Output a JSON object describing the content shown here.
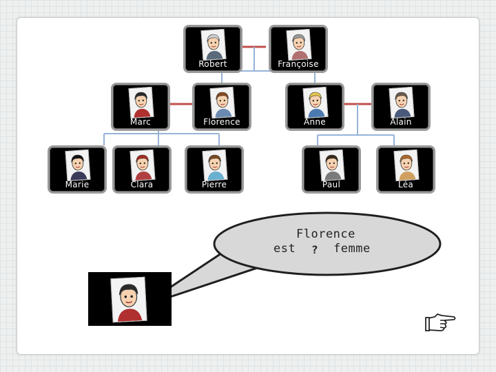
{
  "tree": {
    "row1": [
      {
        "key": "robert",
        "name": "Robert",
        "hair": "#cfcfcf",
        "shirt": "#5a6a7a"
      },
      {
        "key": "francoise",
        "name": "Françoise",
        "hair": "#9c9c9c",
        "shirt": "#b07070"
      }
    ],
    "row2": [
      {
        "key": "marc",
        "name": "Marc",
        "hair": "#2a2a2a",
        "shirt": "#b03030"
      },
      {
        "key": "florence",
        "name": "Florence",
        "hair": "#8a4a20",
        "shirt": "#6a8ab0"
      },
      {
        "key": "anne",
        "name": "Anne",
        "hair": "#e8c84a",
        "shirt": "#4a7ab0"
      },
      {
        "key": "alain",
        "name": "Alain",
        "hair": "#6a5a4a",
        "shirt": "#4a5a7a"
      }
    ],
    "row3": [
      {
        "key": "marie",
        "name": "Marie",
        "hair": "#111111",
        "shirt": "#3a3a5a"
      },
      {
        "key": "clara",
        "name": "Clara",
        "hair": "#a82a20",
        "shirt": "#b04040"
      },
      {
        "key": "pierre",
        "name": "Pierre",
        "hair": "#7a4a20",
        "shirt": "#6ab0d0"
      },
      {
        "key": "paul",
        "name": "Paul",
        "hair": "#3a2a1a",
        "shirt": "#7a7a7a"
      },
      {
        "key": "lea",
        "name": "Léa",
        "hair": "#b06a2a",
        "shirt": "#d0a060"
      }
    ]
  },
  "colors": {
    "marriage_line": "#c0504d",
    "child_line": "#95b3d7",
    "bubble_fill": "#d8d8d8",
    "bubble_border": "#1f1f1f"
  },
  "bubble": {
    "line1": "Florence",
    "line2_before": "est",
    "mark": "?",
    "line2_after": "femme"
  },
  "speaker": {
    "hair": "#2a2a2a",
    "shirt": "#b03030"
  },
  "next_icon": "pointing-hand-icon"
}
